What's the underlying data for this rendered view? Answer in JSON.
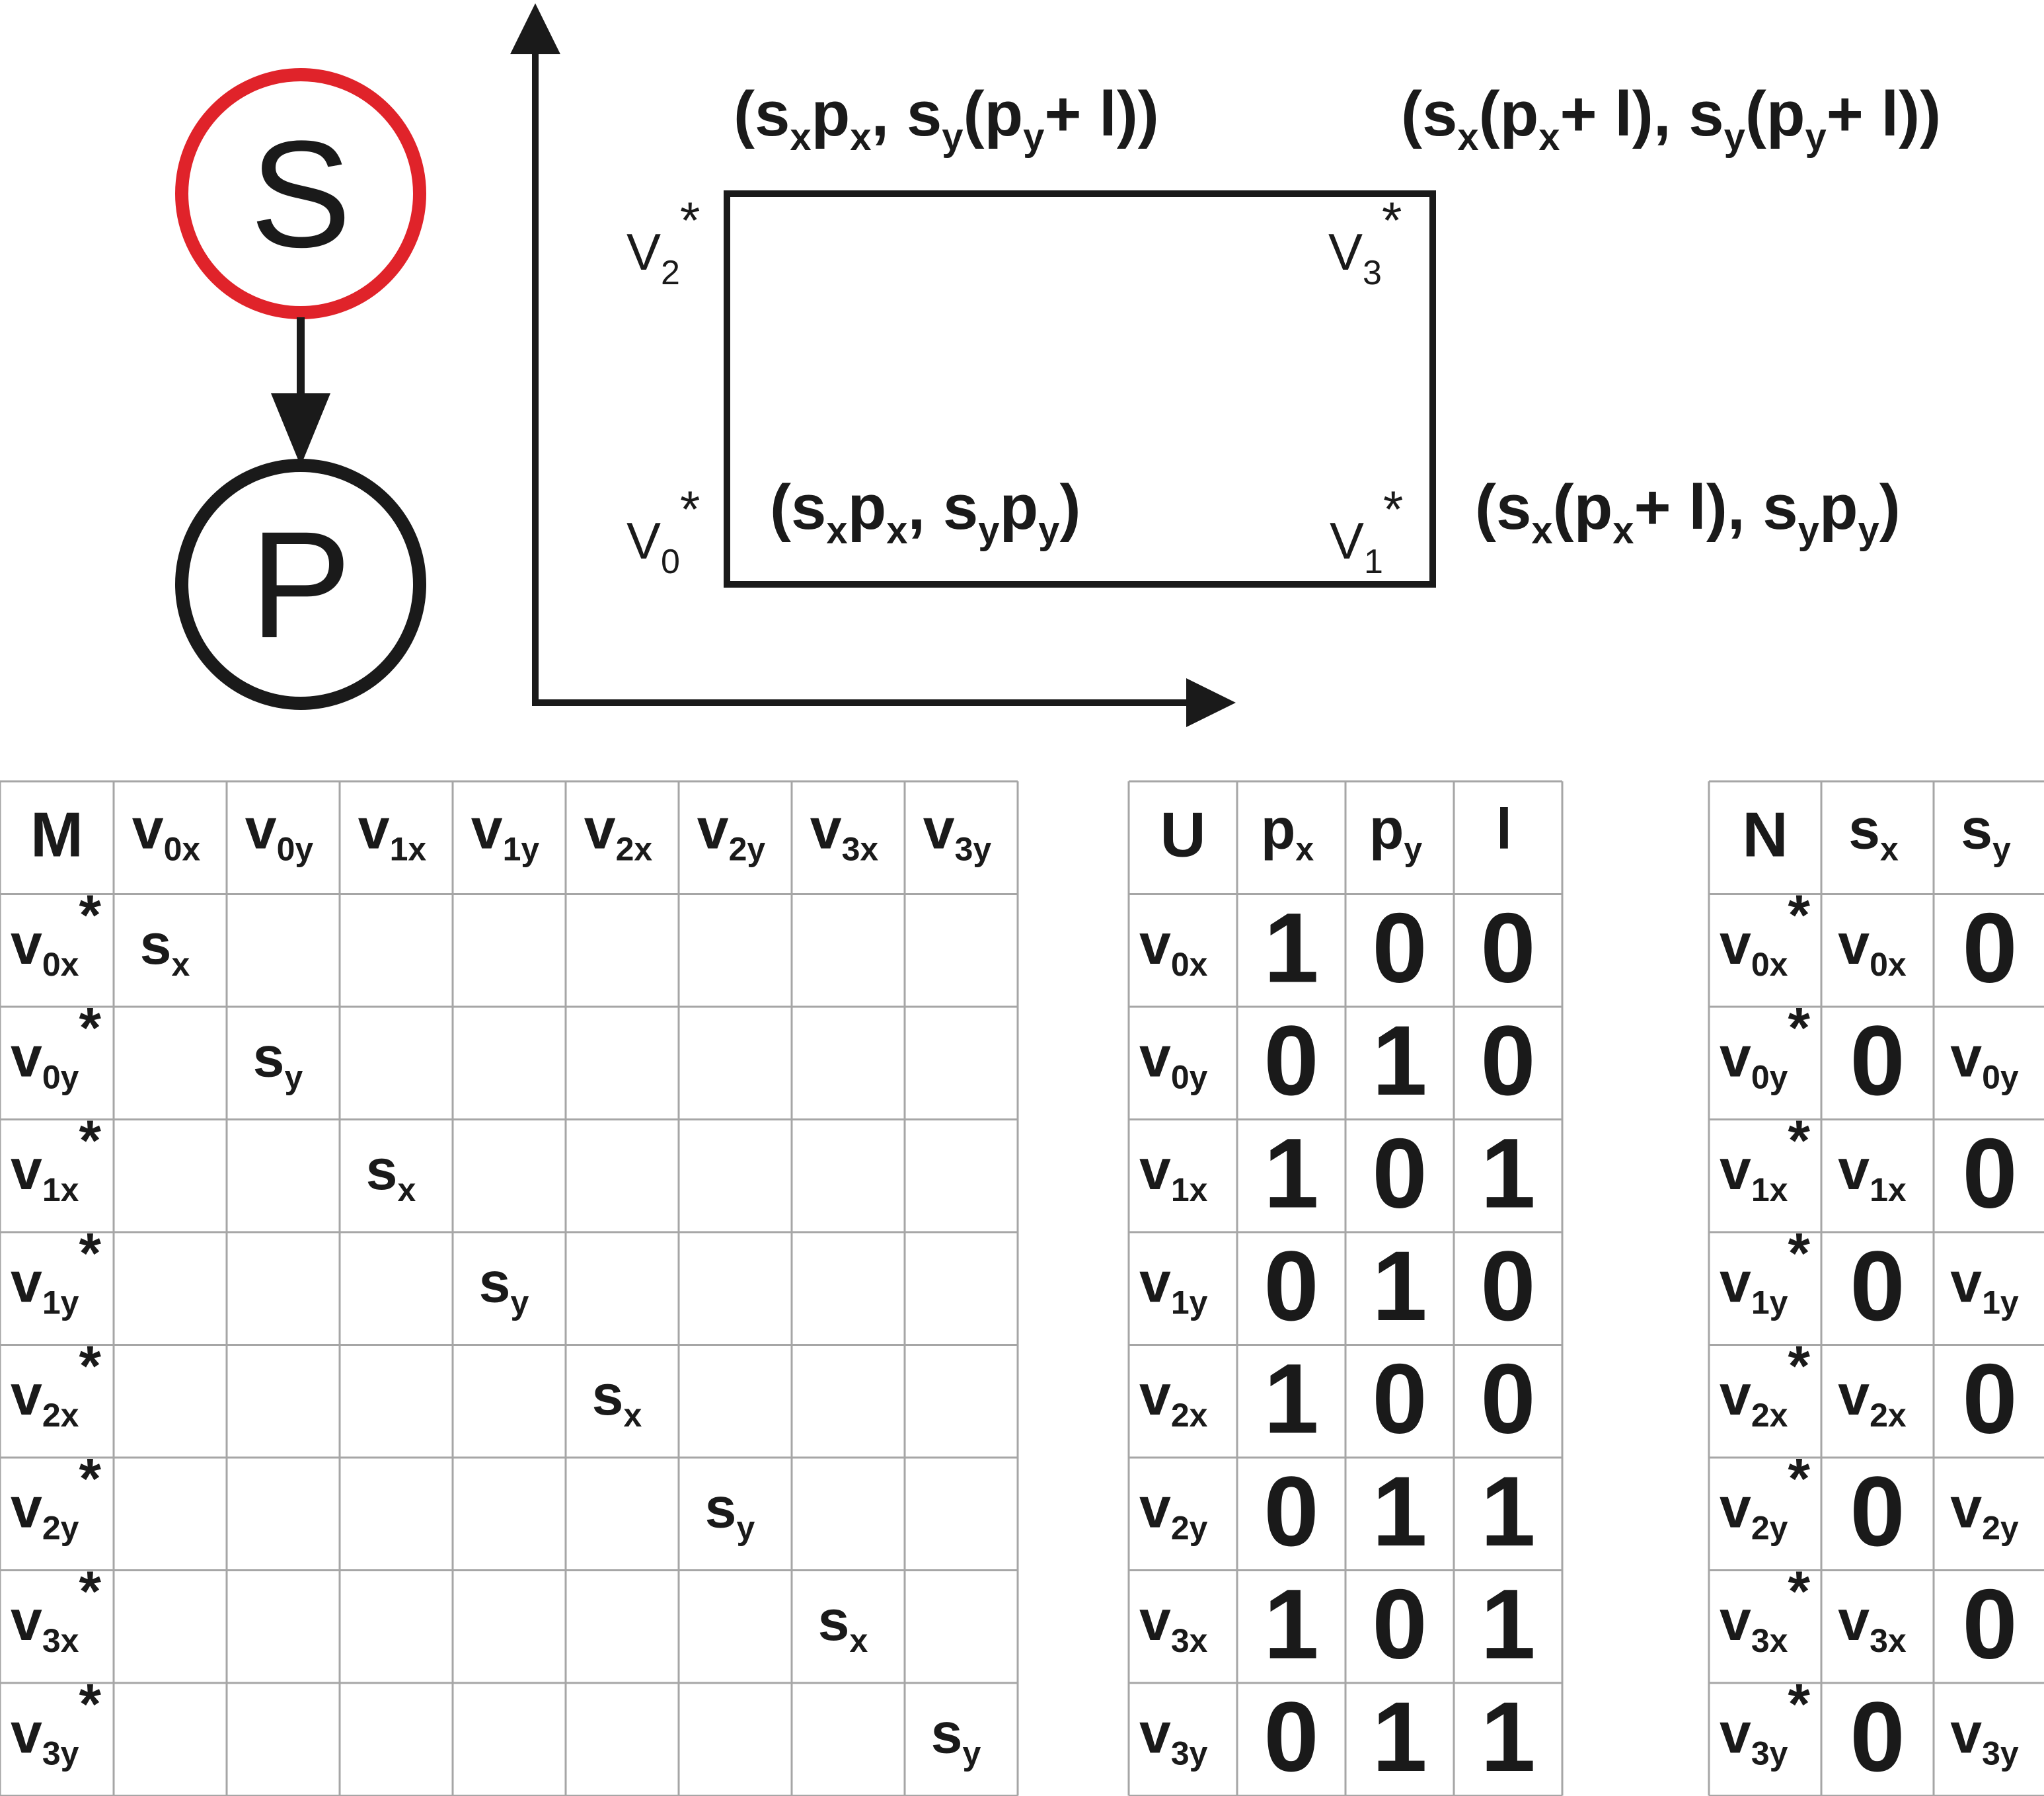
{
  "graph": {
    "top_node": "S",
    "bottom_node": "P",
    "top_color": "#e0232a",
    "bottom_color": "#1a1a1a"
  },
  "rect": {
    "corners": {
      "v0": {
        "base": "V",
        "sub": "0",
        "sup": "*"
      },
      "v1": {
        "base": "V",
        "sub": "1",
        "sup": "*"
      },
      "v2": {
        "base": "V",
        "sub": "2",
        "sup": "*"
      },
      "v3": {
        "base": "V",
        "sub": "3",
        "sup": "*"
      }
    },
    "coords": {
      "top_left": [
        [
          "(s",
          ""
        ],
        [
          "x",
          "sub"
        ],
        [
          "p",
          ""
        ],
        [
          "x",
          "sub"
        ],
        [
          ", s",
          ""
        ],
        [
          "y",
          "sub"
        ],
        [
          "(p",
          ""
        ],
        [
          "y",
          "sub"
        ],
        [
          "+ l))",
          ""
        ]
      ],
      "top_right": [
        [
          "(s",
          ""
        ],
        [
          "x",
          "sub"
        ],
        [
          "(p",
          ""
        ],
        [
          "x",
          "sub"
        ],
        [
          "+ l), s",
          ""
        ],
        [
          "y",
          "sub"
        ],
        [
          "(p",
          ""
        ],
        [
          "y",
          "sub"
        ],
        [
          "+ l))",
          ""
        ]
      ],
      "bottom_left": [
        [
          "(s",
          ""
        ],
        [
          "x",
          "sub"
        ],
        [
          "p",
          ""
        ],
        [
          "x",
          "sub"
        ],
        [
          ", s",
          ""
        ],
        [
          "y",
          "sub"
        ],
        [
          "p",
          ""
        ],
        [
          "y",
          "sub"
        ],
        [
          ")",
          ""
        ]
      ],
      "bottom_right": [
        [
          "(s",
          ""
        ],
        [
          "x",
          "sub"
        ],
        [
          "(p",
          ""
        ],
        [
          "x",
          "sub"
        ],
        [
          "+ l), s",
          ""
        ],
        [
          "y",
          "sub"
        ],
        [
          "p",
          ""
        ],
        [
          "y",
          "sub"
        ],
        [
          ")",
          ""
        ]
      ]
    }
  },
  "matrices": [
    {
      "name": "M",
      "columns": [
        {
          "base": "v",
          "sub": "0x"
        },
        {
          "base": "v",
          "sub": "0y"
        },
        {
          "base": "v",
          "sub": "1x"
        },
        {
          "base": "v",
          "sub": "1y"
        },
        {
          "base": "v",
          "sub": "2x"
        },
        {
          "base": "v",
          "sub": "2y"
        },
        {
          "base": "v",
          "sub": "3x"
        },
        {
          "base": "v",
          "sub": "3y"
        }
      ],
      "rows": [
        {
          "label": {
            "base": "v",
            "sub": "0x",
            "sup": "*"
          },
          "cells": [
            {
              "base": "s",
              "sub": "x"
            },
            "",
            "",
            "",
            "",
            "",
            "",
            ""
          ]
        },
        {
          "label": {
            "base": "v",
            "sub": "0y",
            "sup": "*"
          },
          "cells": [
            "",
            {
              "base": "s",
              "sub": "y"
            },
            "",
            "",
            "",
            "",
            "",
            ""
          ]
        },
        {
          "label": {
            "base": "v",
            "sub": "1x",
            "sup": "*"
          },
          "cells": [
            "",
            "",
            {
              "base": "s",
              "sub": "x"
            },
            "",
            "",
            "",
            "",
            ""
          ]
        },
        {
          "label": {
            "base": "v",
            "sub": "1y",
            "sup": "*"
          },
          "cells": [
            "",
            "",
            "",
            {
              "base": "s",
              "sub": "y"
            },
            "",
            "",
            "",
            ""
          ]
        },
        {
          "label": {
            "base": "v",
            "sub": "2x",
            "sup": "*"
          },
          "cells": [
            "",
            "",
            "",
            "",
            {
              "base": "s",
              "sub": "x"
            },
            "",
            "",
            ""
          ]
        },
        {
          "label": {
            "base": "v",
            "sub": "2y",
            "sup": "*"
          },
          "cells": [
            "",
            "",
            "",
            "",
            "",
            {
              "base": "s",
              "sub": "y"
            },
            "",
            ""
          ]
        },
        {
          "label": {
            "base": "v",
            "sub": "3x",
            "sup": "*"
          },
          "cells": [
            "",
            "",
            "",
            "",
            "",
            "",
            {
              "base": "s",
              "sub": "x"
            },
            ""
          ]
        },
        {
          "label": {
            "base": "v",
            "sub": "3y",
            "sup": "*"
          },
          "cells": [
            "",
            "",
            "",
            "",
            "",
            "",
            "",
            {
              "base": "s",
              "sub": "y"
            }
          ]
        }
      ]
    },
    {
      "name": "U",
      "columns": [
        {
          "base": "p",
          "sub": "x"
        },
        {
          "base": "p",
          "sub": "y"
        },
        {
          "base": "l",
          "sub": ""
        }
      ],
      "rows": [
        {
          "label": {
            "base": "v",
            "sub": "0x"
          },
          "cells": [
            "1",
            "0",
            "0"
          ]
        },
        {
          "label": {
            "base": "v",
            "sub": "0y"
          },
          "cells": [
            "0",
            "1",
            "0"
          ]
        },
        {
          "label": {
            "base": "v",
            "sub": "1x"
          },
          "cells": [
            "1",
            "0",
            "1"
          ]
        },
        {
          "label": {
            "base": "v",
            "sub": "1y"
          },
          "cells": [
            "0",
            "1",
            "0"
          ]
        },
        {
          "label": {
            "base": "v",
            "sub": "2x"
          },
          "cells": [
            "1",
            "0",
            "0"
          ]
        },
        {
          "label": {
            "base": "v",
            "sub": "2y"
          },
          "cells": [
            "0",
            "1",
            "1"
          ]
        },
        {
          "label": {
            "base": "v",
            "sub": "3x"
          },
          "cells": [
            "1",
            "0",
            "1"
          ]
        },
        {
          "label": {
            "base": "v",
            "sub": "3y"
          },
          "cells": [
            "0",
            "1",
            "1"
          ]
        }
      ]
    },
    {
      "name": "N",
      "columns": [
        {
          "base": "s",
          "sub": "x"
        },
        {
          "base": "s",
          "sub": "y"
        }
      ],
      "rows": [
        {
          "label": {
            "base": "v",
            "sub": "0x",
            "sup": "*"
          },
          "cells": [
            {
              "base": "v",
              "sub": "0x"
            },
            "0"
          ]
        },
        {
          "label": {
            "base": "v",
            "sub": "0y",
            "sup": "*"
          },
          "cells": [
            "0",
            {
              "base": "v",
              "sub": "0y"
            }
          ]
        },
        {
          "label": {
            "base": "v",
            "sub": "1x",
            "sup": "*"
          },
          "cells": [
            {
              "base": "v",
              "sub": "1x"
            },
            "0"
          ]
        },
        {
          "label": {
            "base": "v",
            "sub": "1y",
            "sup": "*"
          },
          "cells": [
            "0",
            {
              "base": "v",
              "sub": "1y"
            }
          ]
        },
        {
          "label": {
            "base": "v",
            "sub": "2x",
            "sup": "*"
          },
          "cells": [
            {
              "base": "v",
              "sub": "2x"
            },
            "0"
          ]
        },
        {
          "label": {
            "base": "v",
            "sub": "2y",
            "sup": "*"
          },
          "cells": [
            "0",
            {
              "base": "v",
              "sub": "2y"
            }
          ]
        },
        {
          "label": {
            "base": "v",
            "sub": "3x",
            "sup": "*"
          },
          "cells": [
            {
              "base": "v",
              "sub": "3x"
            },
            "0"
          ]
        },
        {
          "label": {
            "base": "v",
            "sub": "3y",
            "sup": "*"
          },
          "cells": [
            "0",
            {
              "base": "v",
              "sub": "3y"
            }
          ]
        }
      ]
    }
  ]
}
